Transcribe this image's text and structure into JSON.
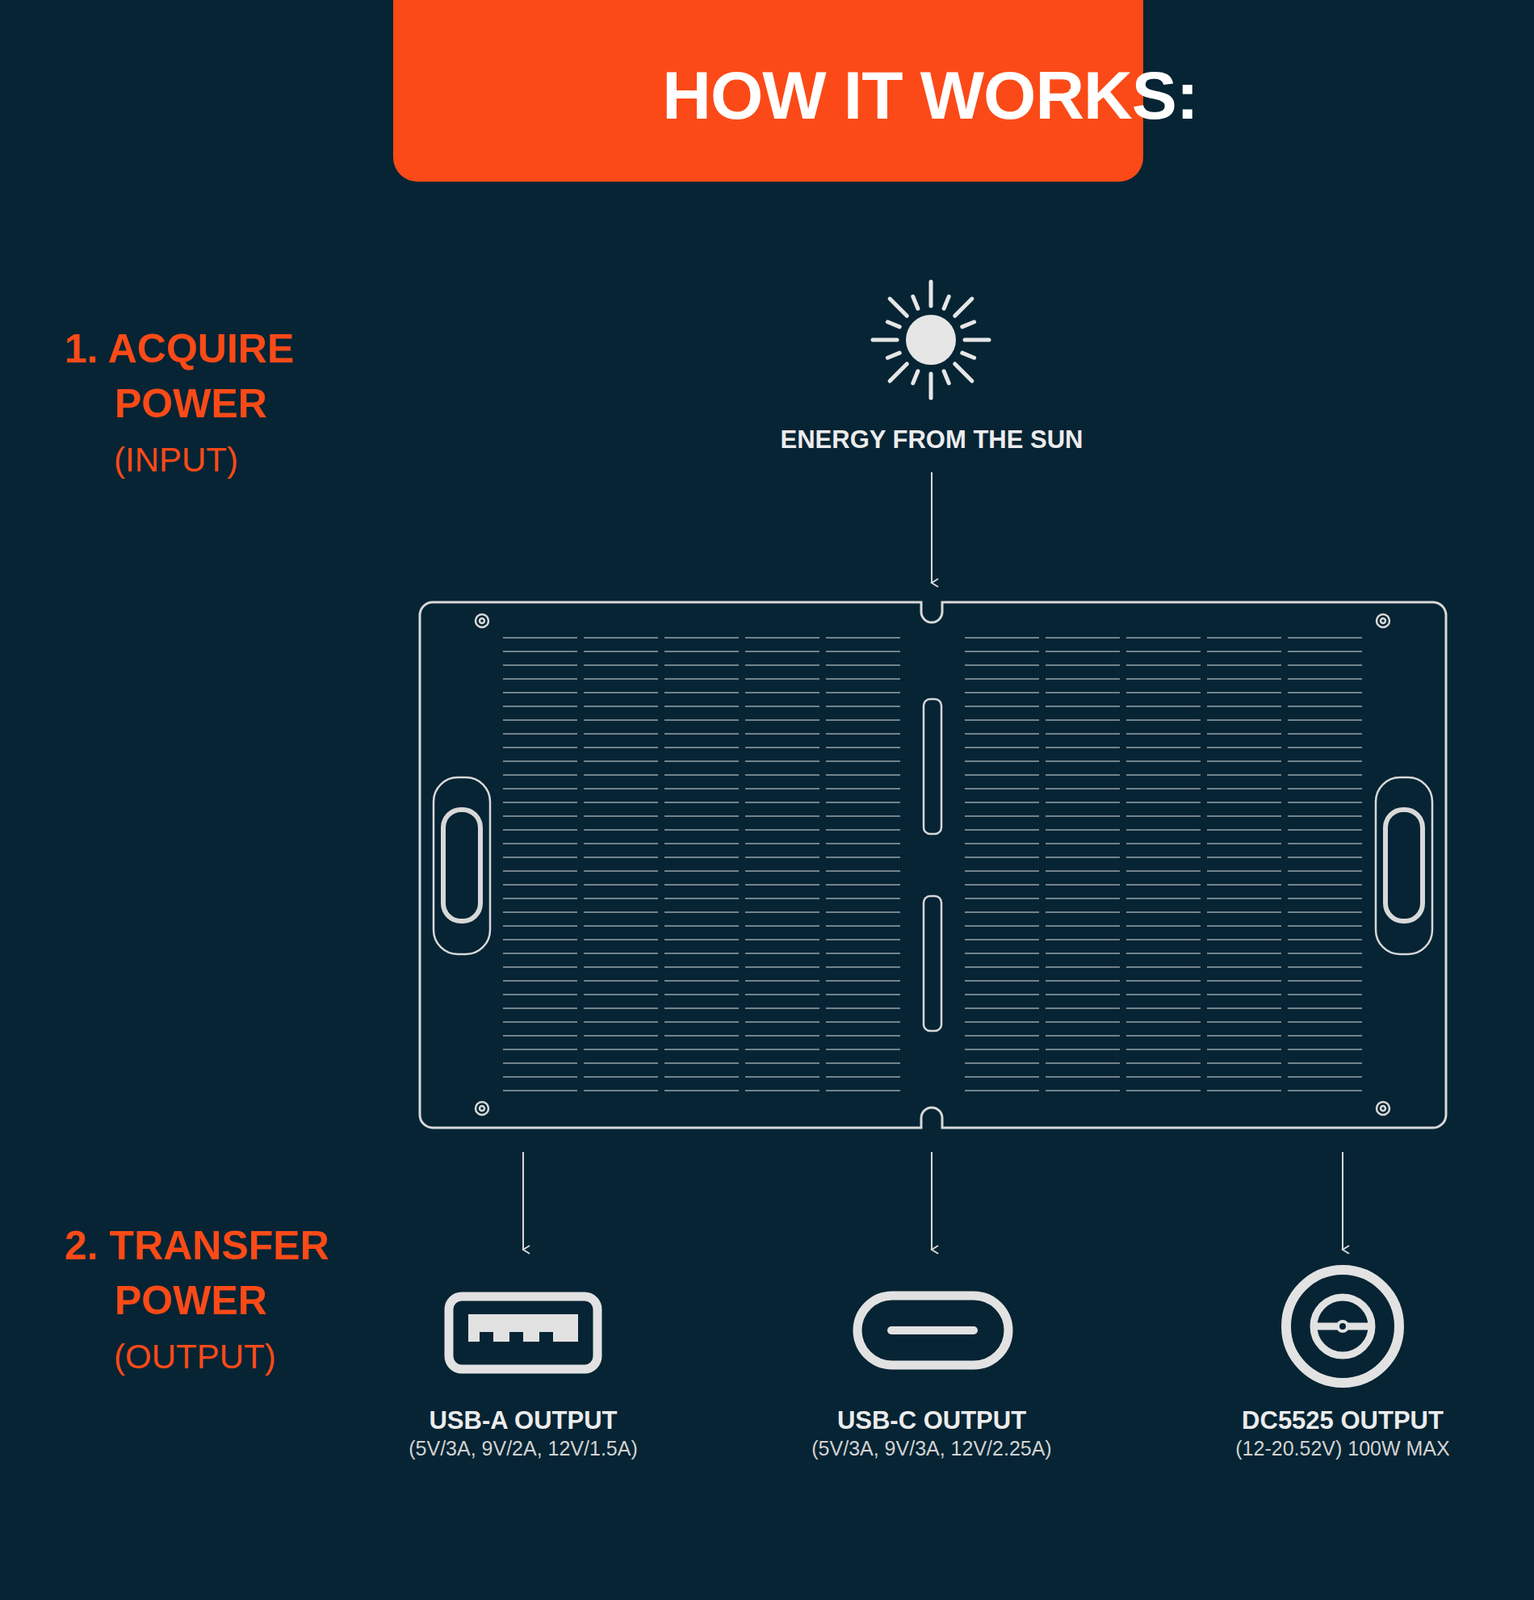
{
  "diagram": {
    "title": "HOW IT WORKS:",
    "labels": [
      "1. ACQUIRE POWER",
      "(INPUT)",
      "ENERGY FROM THE SUN",
      "2. TRANSFER POWER",
      "(OUTPUT)",
      "USB-A OUTPUT",
      "(5V/3A, 9V/2A, 12V/1.5A)",
      "USB-C OUTPUT",
      "(5V/3A, 9V/3A, 12V/2.25A)",
      "DC5525 OUTPUT",
      "(12-20.52V) 100W MAX"
    ]
  }
}
